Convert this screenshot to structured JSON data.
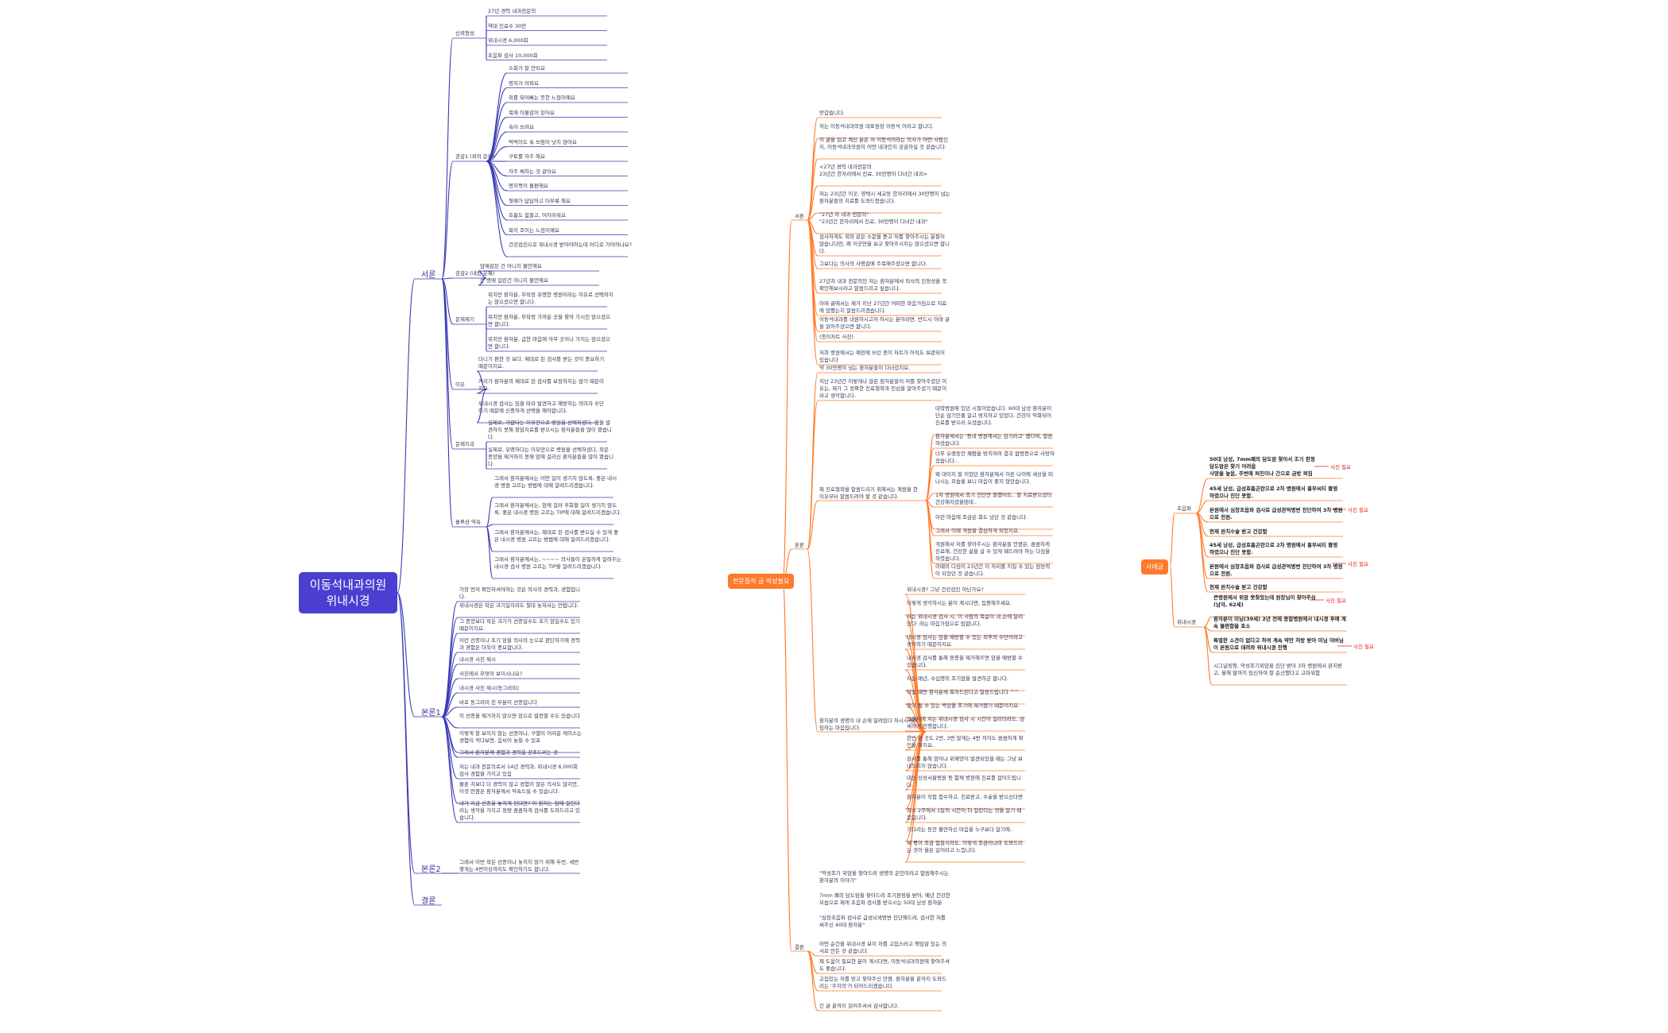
{
  "root": {
    "line1": "이동석내과의원",
    "line2": "위내시경"
  },
  "left": {
    "seoron": "서론",
    "bonron1": "본론1",
    "bonron2": "본론2",
    "gyeolron": "결론",
    "g1": "신뢰형성",
    "g1_items": [
      "27년 경력 내과전문의",
      "역대 진료수 30만",
      "위내시경 6,000회",
      "초음파 검사 10,000회"
    ],
    "g2": "공감1 (위의 문제)",
    "g2_items": [
      "소화가 잘 안되요",
      "명치가 아파요",
      "위를 뒤어빠는 듯한 느낌이예요",
      "목에 이물감이 있어요",
      "속이 쓰려요",
      "먹먹이도 속 쓰림이 낫지 않아요",
      "구토를 자주 해요",
      "자주 체하는 것 같아요",
      "명치쪽이 불편해요",
      "뒷배가 답답하고 더부룩 해요",
      "호흡도 힘들고, 어지러워요",
      "목이 조이는 느낌이예요",
      "건강검진으로 위내시경 받아야하는데 어디로 가야하나요?"
    ],
    "g3": "공감2 (내원 문제)",
    "g3_items": [
      "암예감된 건 아니지 불안해요",
      "큰 병에 걸린건 아니지 불안해요"
    ],
    "g4": "문제제기",
    "g4_items": [
      "위치만 환자분, 무작정 유명한 병원이라는 이유로 선택하지는 않으셨으면 합니다.",
      "위치만 환자분, 무작정 가까운 곳을 찾아 가시진 않으셨으면 합니다.",
      "위치만 환자분, 급한 마음에 아무 곳이나 가지는 않으셨으면 합니다."
    ],
    "g5": "이유",
    "g5_items": [
      "다니기 편한 것 보다, 제대로 된 검사를 받는 것이 중요하기 때문이지요.",
      "커리가 환자분의 제대로 된 검사를 보장하지는 않기 때문이지요.",
      "위내시경 검사는 임을 따라 발견하고 예방하는 의미자 수단이기 때문에 신중하게 선택을 해야합니다."
    ],
    "g6": "문제지국",
    "g6_items": [
      "실제로, 가깝다는 이유만으로 병원을 선택하셨다, 암을 발견하지 못해 항암치료를 받으시는 환자분들을 많이 봤습니다.",
      "실제로, 유명하다는 이유만으로 병원을 선택하셨다, 작은 종양을 제거하지 못해 암에 걸리신 환자분들을 많이 봤습니다."
    ],
    "g7": "솔루션 약속",
    "g7_items": [
      "그래서 환자분께서는 어떤 일이 생기지 않도록, 좋은 내시경 병원 고르는 방법에 대해 알려드리겠습니다.",
      "그래서 환자분께서는, 암에 걸려 후회할 일이 생기지 않도록, 좋은 내시경 병원 고르는 TIP에 대해 알려드리겠습니다.",
      "그래서 환자분께서는, 제대로 된 검사를 받으실 수 있게 좋은 내시경 병원 고르는 방법에 대해 알려드리겠습니다.",
      "그래서 환자분께서는, ~~~~ 의사들이 은밀하게 알려주는 내시경 검사 병원 고르는 TIP을 알려드리겠습니다."
    ],
    "b1_items": [
      "가장 먼저 확인하셔야하는 것은 의사의 경력과, 경험입니다.",
      "위내시경은 작은 크기일지라도 절대 놓쳐서는 안됩니다.",
      "그 종양보다 작은 크기가 선종일수도 초기 암일수도 있기 때문이지요.",
      "이런 선종이나 초기 암을 의사의 눈으로 판단하기에 경력과 경험은 더욱이 중요합니다.",
      "내시경 사진 제시",
      "사진에서 무엇이 보이시나요?",
      "내시경 사진 제시(동그라미)",
      "바로 동그라미 친 부분이 선종입니다",
      "이 선종을 제거하지 않으면 암으로 발전할 수도 있습니다",
      "이렇게 잘 보이지 않는 선종이나, 구별이 어려운 케이스는 경험이 적다보면, 음씨어 놓칠 수 있죠",
      "그래서 환자분께 경험과 경력을 강조드리는 것",
      "저는 내과 전문의로서 14년 경력과, 위내시경 6,000회 검사 경험을 가지고 있음",
      "물론 치보다 더 경력이 많고 경험이 많은 의사도 많지만, 이것 만큼은 환자분께서 약속드릴 수 있습니다.",
      "내가 지금 선종을 놓치게 된다면? 이 환자는 암에 걸린다 라는 생각을 가지고 정량 꼼꼼하게 검사를 도와드리고 있습니다."
    ],
    "b2_items": [
      "그래서 이번 작은 선종이나 놓치지 않기 위해 두번, 세번 몇개는 4번이상까지도 확인하기도 합니다."
    ]
  },
  "middle": {
    "hub": "전문질적 글 작성필요",
    "seoron": "서론",
    "bonron": "본론",
    "gyeolron": "결론",
    "seoron_items": [
      "반갑습니다.",
      "저는 이동석내과의원 대표원장 이동석 이라고 합니다.",
      "이 글을 읽고 계신 분은 저 이동석이라는 의사가 어떤 사람인지, 이동석내과의원이 어떤 내과인지 궁금하실 것 같습니다.",
      "<27년 경력 내과전문의\n23년간 한자리에서 진료, 30만명이 다녀간 내과>",
      "저는 23년간 이곳, 영택시 세교동 한자리에서 30만명이 넘는 환자분들의 치료를 도와드렸습니다.",
      "\"27년 차 내과 전문의\"\n\"23년간 한자리에서 진료, 30만명이 다녀간 내과\"",
      "검사하게도 위와 같은 소문을 듣고 저를 찾아주시는 분들이 많습니다만, 왜 이곳만을 보고 찾아주시지는 않으셨으면 합니다.",
      "그보다는 의사의 사명감에 주목해주셨으면 합니다.",
      "27년차 내과 전문의인 저는 환자분께서 의사의 진정성을 꼭 확인해보시라고 말씀드리고 싶습니다.",
      "아래 글에서는 제가 지난 27년간 어떠한 마음가짐으로 치료에 임했는지 말씀드리겠습니다.",
      "이동석내과를 내원하시고자 하시는 분이라면, 반드시 아래 글을 읽어주셨으면 합니다.",
      "(종이차트 사진)",
      "저희 병원에서는 예전에 쓰던 종이 차트가 아직도 보관되어 있습니다"
    ],
    "bonron_intro": [
      "약 30만명이 넘는 환자분들이 다녀갔지요.",
      "지난 23년간 이렇게나 많은 환자분들이 저를 찾아주셨던 이유는, 제가 그 정확한 진료철학과 진심을 알아주셨기 때문이라고 생각합니다."
    ],
    "bonron_p1": "제 진료철학을 말씀드리기 위해서는 계원을 한 이유부터 말씀드려야 할 것 같습니다.",
    "bonron_p1_items": [
      "대학병원에 있던 시절이었습니다. 60대 남성 환자분이 단순 감기인줄 알고 방치하고 있었다, 건강이 악화되어 진료를 받으러 오셨습니다.",
      "환자분께서는 '동네 병원에서는 감기라고' 했다며, 말씀하셨습니다.",
      "너무 오랫동안 폐렴을 방치하여 결국 합병증으로 사망하셨습니다...",
      "왜 대이지 할 이었던 환자분께서 이른 나이에 세상을 떠나시는 모습을 보니 마음이 좋지 않았습니다.",
      "1차 병원에서 조기 진단만 잘했어도.. 잘 치료받으셨더 건강해지셨을텐데..",
      "이런 마음에 조금은 화도 났던 것 같습니다.",
      "그래서 이때 개원을 결심하게 되었지요.",
      "개원해서 저를 찾아주시는 환자분들 만큼은, 꼼꼼하게 진료해, 건강한 삶을 살 수 있게 돼드려야 하는 다짐을 하였습니다.",
      "이때의 다짐이 23년간 이 자리를 지킬 수 있는 원동력이 되었던 것 같습니다."
    ],
    "bonron_p2": "환자분의 생명이 내 손에 달려있다 하시시라에 임하는 마음입니다.",
    "bonron_p2_items": [
      "위내시경? 그냥 건강검진 아닌가요?",
      "이렇게 생각하시는 분이 계시다면, 집중해주세요.",
      "저는 위내시경 검사 시, 이 사람의 목숨이 내 손에 달려있다' 라는 마음가짐으로 임합니다.",
      "내시경 검사는 암을 예방할 수 있는 최후의 수단이라고 생각하기 때문이지요.",
      "내시경 검사를 통해 용종을 제거해주면 암을 예방할 수 있습니다.",
      "저는 매년, 수십명의 조기암을 발견하곤 합니다.",
      "이럴 때면 환자분께 축하드린다고 말씀드립니다 ^^",
      "암이 될 수 있는 싹었을 조기에 제거했기 때문이지요.",
      "그렇기에 저는 위내시경 검사 시 시간이 걸리더라도, 섬세하게 진행합니다.",
      "한번 본 곳도 2번, 3번 많게는 4번 까지도 꼼꼼하게 확인을 하지요.",
      "검사를 통해 암이나 위궤양이 발견되었을 때는 그냥 보내드리지 않습니다.",
      "대신 상성서울병원 등 함께 병원에 진료를 잡아드립니다.",
      "환자분이 직접 접수하고, 진료받고, 수술을 받으신다면",
      "최소 2주에서 1달의 시간이 더 걸린다는 것을 알기 때문입니다.",
      "기다리는 동안 불안하신 마음을 누구보다 알기에..",
      "제 몫이 조금 힘들지라도, 이렇게 조금이나마 도와드리는 것이 옳은 일이라고 느낍니다."
    ],
    "gyeolron_pre": [
      "\"악성조기 위암을 찾아드려 생명의 은인이라고 말씀해주시는 환자분의 이야기\"",
      "7mm 폐의 담도암을 찾아드려 조기판정을 받아, 예년 건강한 모습으로 제게 초음파 검사를 받으시는 50대 남성 환자분",
      "\"심장초음파 검사로 급성뇌색병변 진단해드려, 검사한 저를 써주신 40대 환자분\""
    ],
    "gyeolron_items": [
      "어떤 순간을 위내시경 보이 저를 고집스러고 책임감 있는 의사로 만든 것 같습니다.",
      "제 도움이 필요한 분이 계시다면, 이동석내과의원에 찾아주셔도 좋습니다.",
      "고집있는 저를 믿고 찾아주신 만큼, 환자분을 끝까지 도와드리는 '주치의'가 되어드리겠습니다.",
      "긴 글 끝까지 읽어주셔서 감사합니다."
    ]
  },
  "right": {
    "hub": "사례글",
    "cho": "초음파",
    "wi": "위내시경",
    "badge": "사진 필요",
    "cho_items": [
      "50대 남성, 7mm폐의 담도암 찾아서 조기 판정\n담도암은 찾기 어려움\n사망율 높음, 주변에 퍼진이나 간으로 금방 퍼짐",
      "45세 남성, 급성호흡곤란으로 2차 병원에서 흉부씨티 촬영 하였으나 진단 못함.",
      "본원에서 심장초음파 검사로 급성관억병변 진단하여 3차 병원으로 전원.",
      "현재 완치수술 받고 건강함",
      "45세 남성, 급성호흡곤란으로 2차 병원에서 흉부씨티 촬영 하였으나 진단 못함.",
      "본원에서 심장초음파 검사로 급성관억병변 진단하여 3차 병원으로 전원.",
      "현재 완치수술 받고 건강함"
    ],
    "wi_items": [
      "큰병원에서 위암 못찾았는데 원장님이 찾아주심\n(남자, 62세)",
      "환자분이 미님(39세) 2년 전에 종합병원에서 내시경 후에 계속 불편함을 호소",
      "특별한 소견이 없다고 하여 계속 약만 처방 받아 미님 아버님이 본원으로 데려와 위내시경 진행",
      "시그널링형, 악성조기위암을 진단 받아 3차 병원에서 완치받고, 올해 딸까지 임신하여 잘 순산했다고 고마워함"
    ]
  }
}
